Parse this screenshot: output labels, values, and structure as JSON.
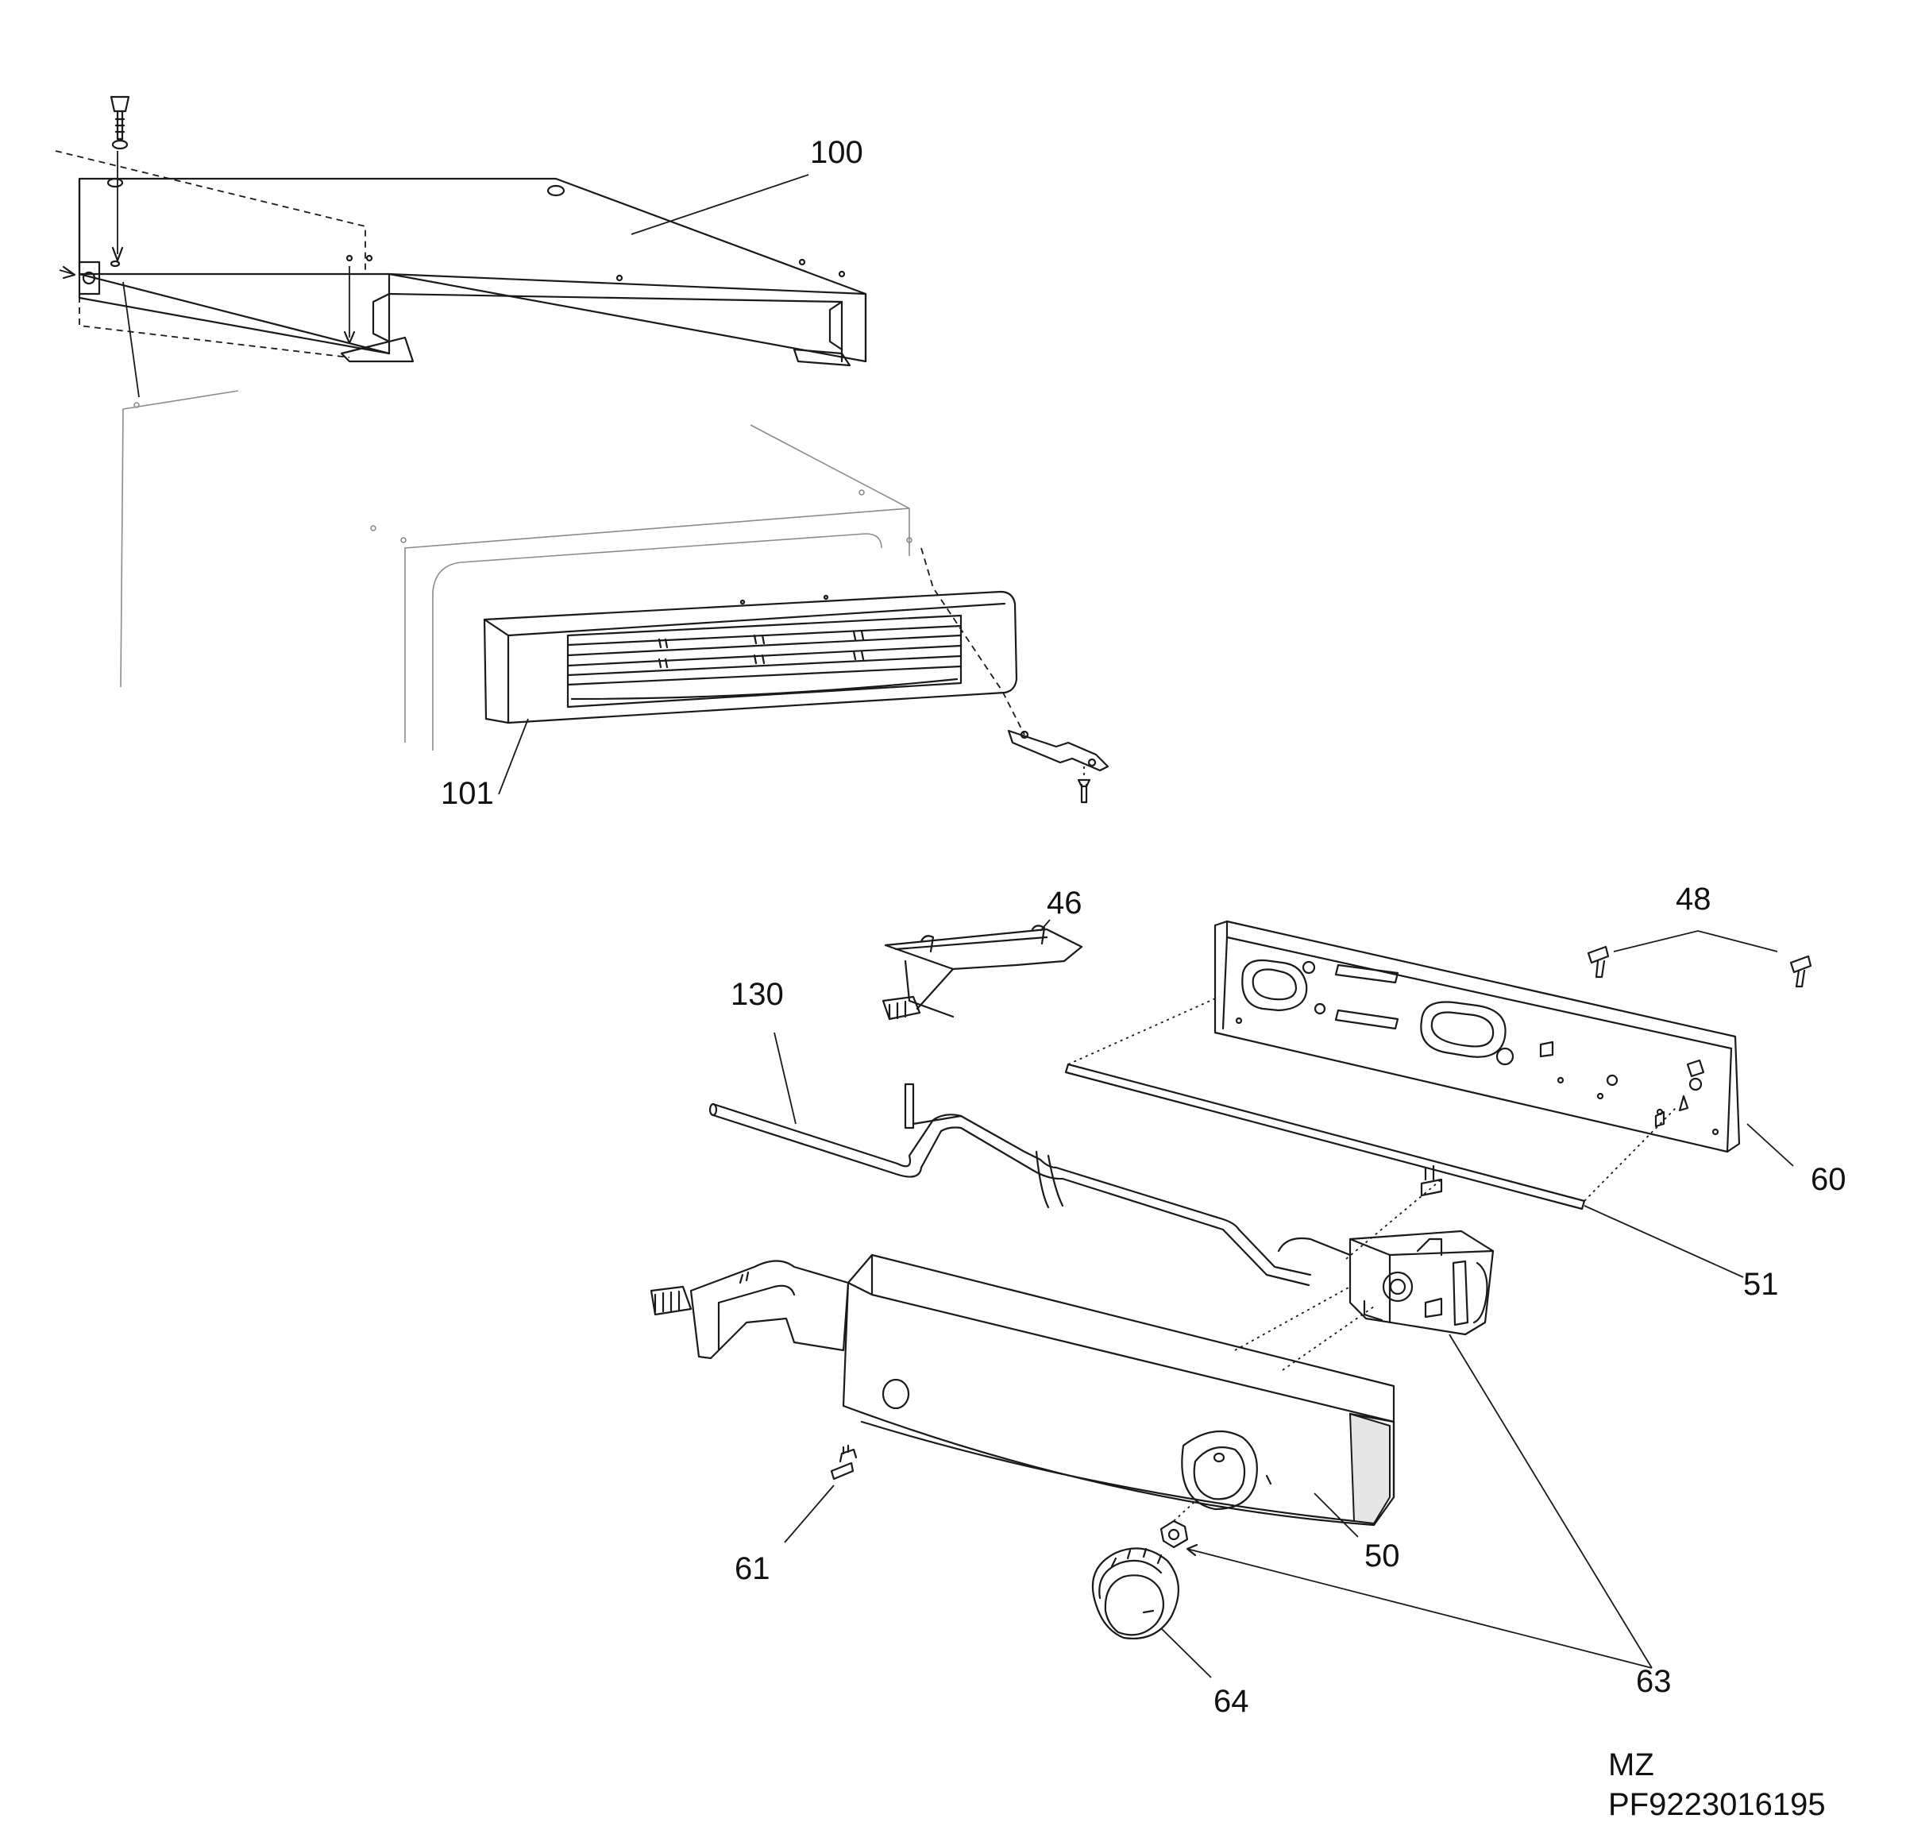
{
  "callouts": {
    "c100": "100",
    "c101": "101",
    "c46": "46",
    "c48": "48",
    "c130": "130",
    "c60": "60",
    "c51": "51",
    "c50": "50",
    "c61": "61",
    "c63": "63",
    "c64": "64"
  },
  "footer": {
    "code": "MZ",
    "part_number": "PF9223016195"
  }
}
